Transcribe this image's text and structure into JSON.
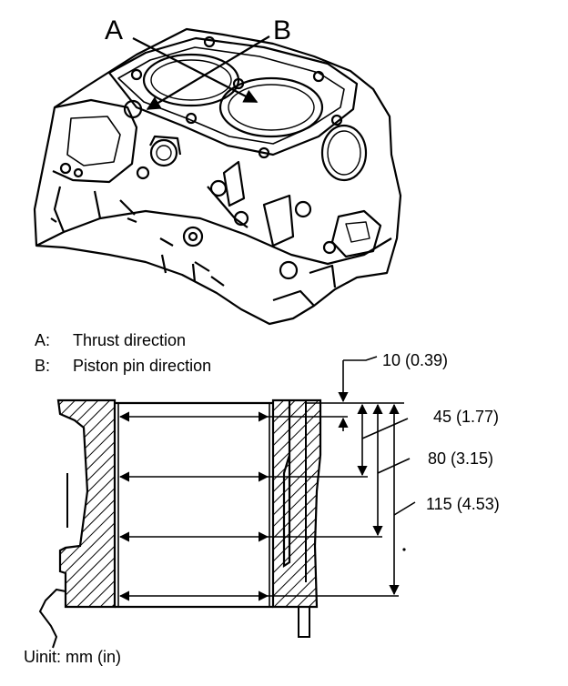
{
  "engine_view": {
    "marker_a": "A",
    "marker_b": "B"
  },
  "legend": [
    {
      "key": "A:",
      "text": "Thrust direction"
    },
    {
      "key": "B:",
      "text": "Piston pin direction"
    }
  ],
  "dimensions": [
    {
      "label": "10 (0.39)",
      "value_mm": 10,
      "value_in": 0.39
    },
    {
      "label": "45 (1.77)",
      "value_mm": 45,
      "value_in": 1.77
    },
    {
      "label": "80 (3.15)",
      "value_mm": 80,
      "value_in": 3.15
    },
    {
      "label": "115 (4.53)",
      "value_mm": 115,
      "value_in": 4.53
    }
  ],
  "unit_note": "Uinit: mm (in)"
}
